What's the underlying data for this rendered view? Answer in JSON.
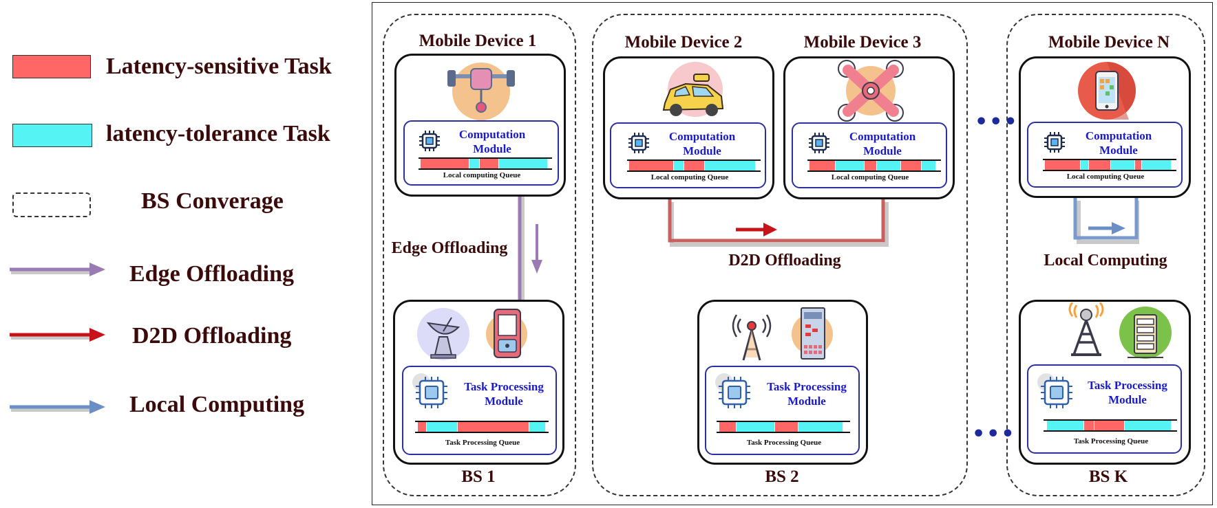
{
  "colors": {
    "latency_sensitive": "#ff6666",
    "latency_tolerance": "#55f3f3",
    "edge": "#9b7bb4",
    "d2d": "#c8121a",
    "local": "#6b8fc4",
    "title_text": "#3b0a0a",
    "module_text": "#1a1ac8"
  },
  "legend": {
    "latency_sensitive": "Latency-sensitive Task",
    "latency_tolerance": "latency-tolerance Task",
    "bs_coverage": "BS Converage",
    "edge_offloading": "Edge Offloading",
    "d2d_offloading": "D2D Offloading",
    "local_computing": "Local Computing"
  },
  "devices": [
    {
      "title": "Mobile Device 1",
      "icon": "drone-icon",
      "module": "Computation Module",
      "queue_label": "Local computing  Queue"
    },
    {
      "title": "Mobile Device 2",
      "icon": "taxi-icon",
      "module": "Computation Module",
      "queue_label": "Local computing  Queue"
    },
    {
      "title": "Mobile Device 3",
      "icon": "quadcopter-icon",
      "module": "Computation Module",
      "queue_label": "Local computing  Queue"
    },
    {
      "title": "Mobile Device N",
      "icon": "smartphone-icon",
      "module": "Computation Module",
      "queue_label": "Local computing  Queue"
    }
  ],
  "base_stations": [
    {
      "title": "BS 1",
      "icons": [
        "satellite-dish-icon",
        "edge-server-icon"
      ],
      "module": "Task Processing Module",
      "queue_label": "Task Processing Queue"
    },
    {
      "title": "BS 2",
      "icons": [
        "radio-tower-icon",
        "server-rack-icon"
      ],
      "module": "Task Processing Module",
      "queue_label": "Task Processing Queue"
    },
    {
      "title": "BS K",
      "icons": [
        "cell-tower-icon",
        "server-icon"
      ],
      "module": "Task Processing Module",
      "queue_label": "Task Processing Queue"
    }
  ],
  "flows": {
    "edge": "Edge Offloading",
    "d2d": "D2D Offloading",
    "local": "Local Computing"
  },
  "ellipsis": "•••",
  "queues": {
    "device1": [
      "s:20",
      "t:4",
      "s:8",
      "t:20"
    ],
    "device2": [
      "s:22",
      "t:5",
      "s:10",
      "t:25"
    ],
    "device3": [
      "s:13",
      "t:14",
      "s:6",
      "t:12",
      "s:10",
      "t:7"
    ],
    "deviceN": [
      "s:18",
      "t:4",
      "s:11",
      "t:12",
      "s:3",
      "t:15"
    ],
    "bs1": [
      "s:4",
      "t:15",
      "s:35",
      "t:8"
    ],
    "bs2": [
      "s:13",
      "t:29",
      "s:18",
      "t:34"
    ],
    "bsK": [
      "s:0",
      "t:16",
      "s:4",
      "s:13",
      "t:20"
    ]
  }
}
